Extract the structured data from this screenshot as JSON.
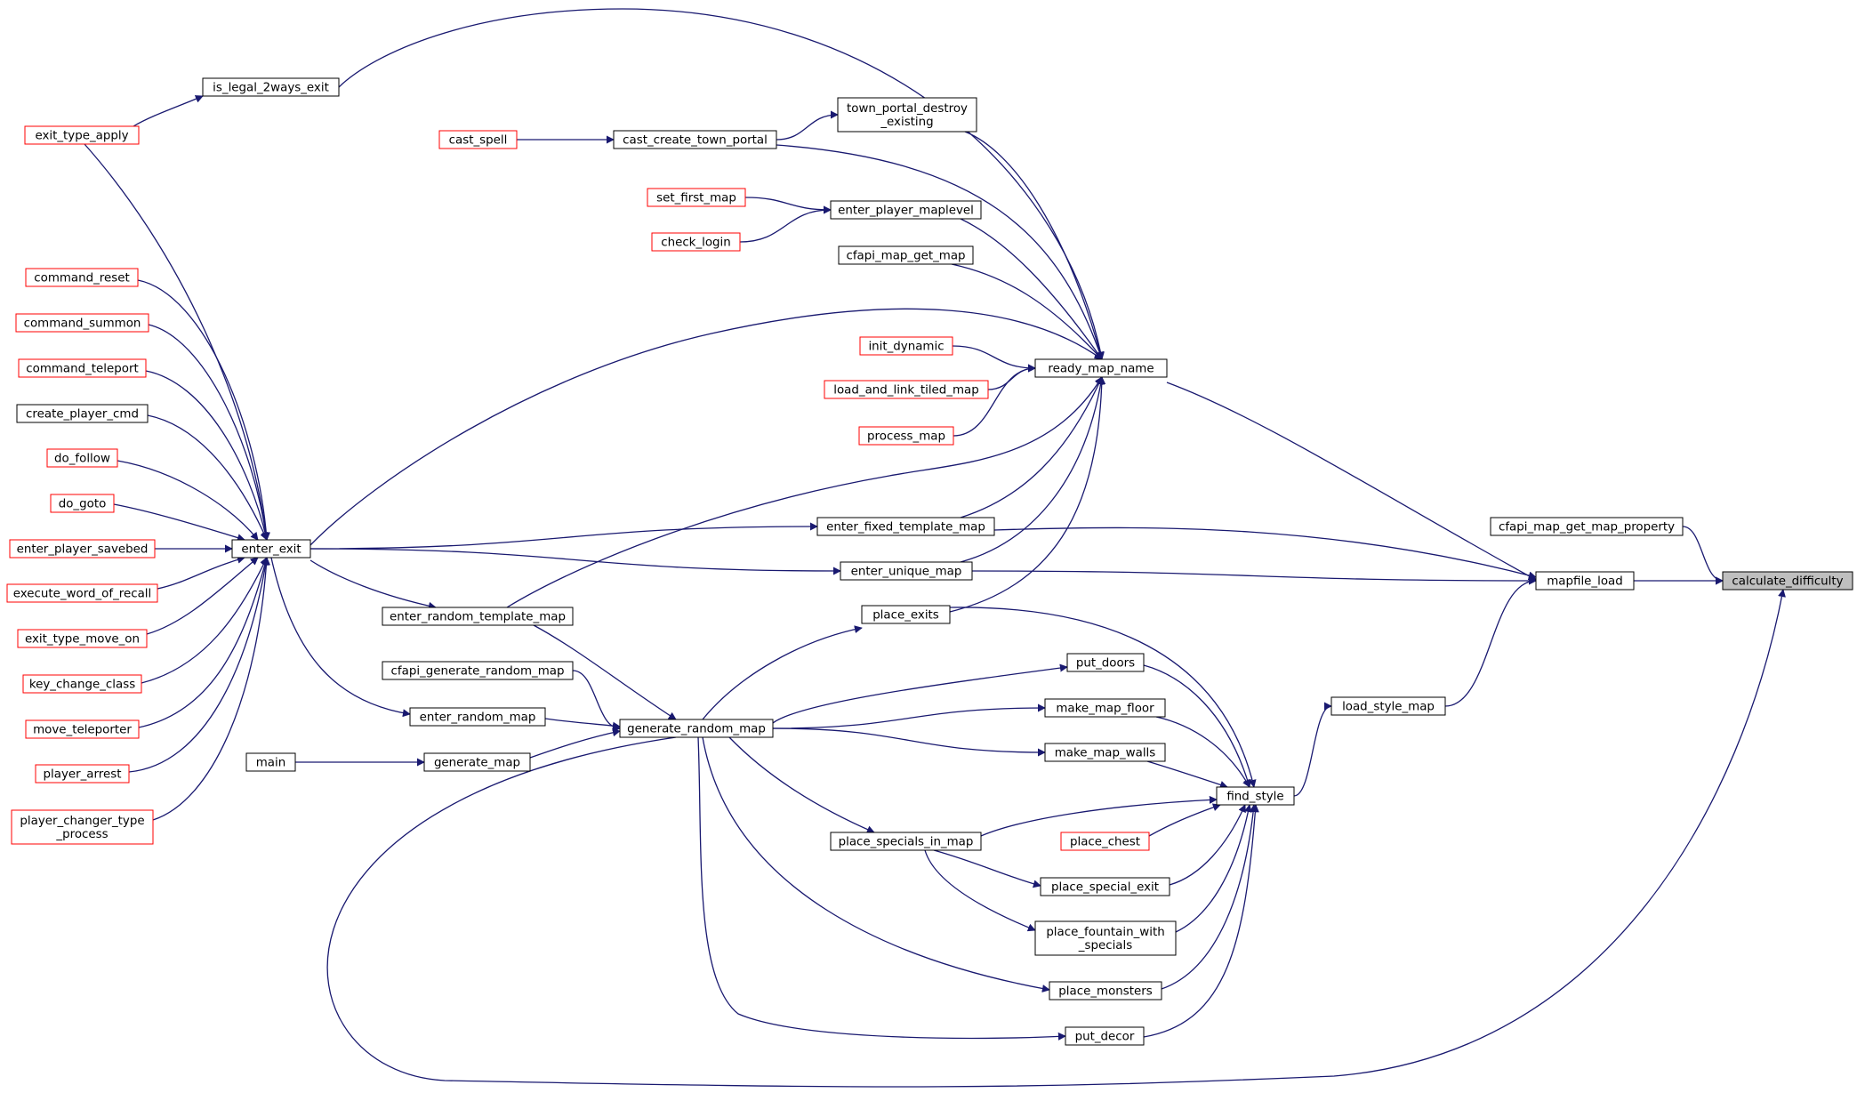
{
  "colors": {
    "edge": "#191970",
    "node_border": "#000000",
    "node_border_truncated": "#ff0000",
    "focus_fill": "#bfbfbf"
  },
  "nodes": [
    {
      "id": "calculate_difficulty",
      "label": [
        "calculate_difficulty"
      ],
      "style": "focus"
    },
    {
      "id": "cfapi_map_get_map_property",
      "label": [
        "cfapi_map_get_map_property"
      ],
      "style": "black"
    },
    {
      "id": "mapfile_load",
      "label": [
        "mapfile_load"
      ],
      "style": "black"
    },
    {
      "id": "load_style_map",
      "label": [
        "load_style_map"
      ],
      "style": "black"
    },
    {
      "id": "ready_map_name",
      "label": [
        "ready_map_name"
      ],
      "style": "black"
    },
    {
      "id": "find_style",
      "label": [
        "find_style"
      ],
      "style": "black"
    },
    {
      "id": "enter_fixed_template_map",
      "label": [
        "enter_fixed_template_map"
      ],
      "style": "black"
    },
    {
      "id": "enter_unique_map",
      "label": [
        "enter_unique_map"
      ],
      "style": "black"
    },
    {
      "id": "place_exits",
      "label": [
        "place_exits"
      ],
      "style": "black"
    },
    {
      "id": "put_doors",
      "label": [
        "put_doors"
      ],
      "style": "black"
    },
    {
      "id": "make_map_floor",
      "label": [
        "make_map_floor"
      ],
      "style": "black"
    },
    {
      "id": "make_map_walls",
      "label": [
        "make_map_walls"
      ],
      "style": "black"
    },
    {
      "id": "place_chest",
      "label": [
        "place_chest"
      ],
      "style": "red"
    },
    {
      "id": "place_specials_in_map",
      "label": [
        "place_specials_in_map"
      ],
      "style": "black"
    },
    {
      "id": "place_special_exit",
      "label": [
        "place_special_exit"
      ],
      "style": "black"
    },
    {
      "id": "place_fountain_with_specials",
      "label": [
        "place_fountain_with",
        "_specials"
      ],
      "style": "black"
    },
    {
      "id": "place_monsters",
      "label": [
        "place_monsters"
      ],
      "style": "black"
    },
    {
      "id": "put_decor",
      "label": [
        "put_decor"
      ],
      "style": "black"
    },
    {
      "id": "generate_random_map",
      "label": [
        "generate_random_map"
      ],
      "style": "black"
    },
    {
      "id": "enter_random_template_map",
      "label": [
        "enter_random_template_map"
      ],
      "style": "black"
    },
    {
      "id": "cfapi_generate_random_map",
      "label": [
        "cfapi_generate_random_map"
      ],
      "style": "black"
    },
    {
      "id": "enter_random_map",
      "label": [
        "enter_random_map"
      ],
      "style": "black"
    },
    {
      "id": "generate_map",
      "label": [
        "generate_map"
      ],
      "style": "black"
    },
    {
      "id": "main",
      "label": [
        "main"
      ],
      "style": "black"
    },
    {
      "id": "enter_exit",
      "label": [
        "enter_exit"
      ],
      "style": "black"
    },
    {
      "id": "is_legal_2ways_exit",
      "label": [
        "is_legal_2ways_exit"
      ],
      "style": "black"
    },
    {
      "id": "exit_type_apply",
      "label": [
        "exit_type_apply"
      ],
      "style": "red"
    },
    {
      "id": "town_portal_destroy_existing",
      "label": [
        "town_portal_destroy",
        "_existing"
      ],
      "style": "black"
    },
    {
      "id": "cast_create_town_portal",
      "label": [
        "cast_create_town_portal"
      ],
      "style": "black"
    },
    {
      "id": "cast_spell",
      "label": [
        "cast_spell"
      ],
      "style": "red"
    },
    {
      "id": "enter_player_maplevel",
      "label": [
        "enter_player_maplevel"
      ],
      "style": "black"
    },
    {
      "id": "set_first_map",
      "label": [
        "set_first_map"
      ],
      "style": "red"
    },
    {
      "id": "check_login",
      "label": [
        "check_login"
      ],
      "style": "red"
    },
    {
      "id": "cfapi_map_get_map",
      "label": [
        "cfapi_map_get_map"
      ],
      "style": "black"
    },
    {
      "id": "init_dynamic",
      "label": [
        "init_dynamic"
      ],
      "style": "red"
    },
    {
      "id": "load_and_link_tiled_map",
      "label": [
        "load_and_link_tiled_map"
      ],
      "style": "red"
    },
    {
      "id": "process_map",
      "label": [
        "process_map"
      ],
      "style": "red"
    },
    {
      "id": "command_reset",
      "label": [
        "command_reset"
      ],
      "style": "red"
    },
    {
      "id": "command_summon",
      "label": [
        "command_summon"
      ],
      "style": "red"
    },
    {
      "id": "command_teleport",
      "label": [
        "command_teleport"
      ],
      "style": "red"
    },
    {
      "id": "create_player_cmd",
      "label": [
        "create_player_cmd"
      ],
      "style": "black"
    },
    {
      "id": "do_follow",
      "label": [
        "do_follow"
      ],
      "style": "red"
    },
    {
      "id": "do_goto",
      "label": [
        "do_goto"
      ],
      "style": "red"
    },
    {
      "id": "enter_player_savebed",
      "label": [
        "enter_player_savebed"
      ],
      "style": "red"
    },
    {
      "id": "execute_word_of_recall",
      "label": [
        "execute_word_of_recall"
      ],
      "style": "red"
    },
    {
      "id": "exit_type_move_on",
      "label": [
        "exit_type_move_on"
      ],
      "style": "red"
    },
    {
      "id": "key_change_class",
      "label": [
        "key_change_class"
      ],
      "style": "red"
    },
    {
      "id": "move_teleporter",
      "label": [
        "move_teleporter"
      ],
      "style": "red"
    },
    {
      "id": "player_arrest",
      "label": [
        "player_arrest"
      ],
      "style": "red"
    },
    {
      "id": "player_changer_type_process",
      "label": [
        "player_changer_type",
        "_process"
      ],
      "style": "red"
    }
  ],
  "edges": [
    {
      "from": "calculate_difficulty",
      "to": "cfapi_map_get_map_property"
    },
    {
      "from": "calculate_difficulty",
      "to": "mapfile_load"
    },
    {
      "from": "calculate_difficulty",
      "to": "generate_random_map"
    },
    {
      "from": "mapfile_load",
      "to": "ready_map_name"
    },
    {
      "from": "mapfile_load",
      "to": "enter_fixed_template_map"
    },
    {
      "from": "mapfile_load",
      "to": "enter_unique_map"
    },
    {
      "from": "mapfile_load",
      "to": "load_style_map"
    },
    {
      "from": "load_style_map",
      "to": "find_style"
    },
    {
      "from": "find_style",
      "to": "place_exits"
    },
    {
      "from": "find_style",
      "to": "put_doors"
    },
    {
      "from": "find_style",
      "to": "make_map_floor"
    },
    {
      "from": "find_style",
      "to": "make_map_walls"
    },
    {
      "from": "find_style",
      "to": "place_specials_in_map"
    },
    {
      "from": "find_style",
      "to": "place_chest"
    },
    {
      "from": "find_style",
      "to": "place_special_exit"
    },
    {
      "from": "find_style",
      "to": "place_fountain_with_specials"
    },
    {
      "from": "find_style",
      "to": "place_monsters"
    },
    {
      "from": "find_style",
      "to": "put_decor"
    },
    {
      "from": "ready_map_name",
      "to": "is_legal_2ways_exit"
    },
    {
      "from": "ready_map_name",
      "to": "town_portal_destroy_existing"
    },
    {
      "from": "ready_map_name",
      "to": "cast_create_town_portal"
    },
    {
      "from": "ready_map_name",
      "to": "enter_player_maplevel"
    },
    {
      "from": "ready_map_name",
      "to": "cfapi_map_get_map"
    },
    {
      "from": "ready_map_name",
      "to": "init_dynamic"
    },
    {
      "from": "ready_map_name",
      "to": "load_and_link_tiled_map"
    },
    {
      "from": "ready_map_name",
      "to": "process_map"
    },
    {
      "from": "ready_map_name",
      "to": "enter_exit"
    },
    {
      "from": "ready_map_name",
      "to": "enter_fixed_template_map"
    },
    {
      "from": "ready_map_name",
      "to": "enter_random_template_map"
    },
    {
      "from": "ready_map_name",
      "to": "enter_unique_map"
    },
    {
      "from": "ready_map_name",
      "to": "place_exits"
    },
    {
      "from": "place_exits",
      "to": "generate_random_map"
    },
    {
      "from": "put_doors",
      "to": "generate_random_map"
    },
    {
      "from": "make_map_floor",
      "to": "generate_random_map"
    },
    {
      "from": "make_map_walls",
      "to": "generate_random_map"
    },
    {
      "from": "place_specials_in_map",
      "to": "generate_random_map"
    },
    {
      "from": "place_special_exit",
      "to": "place_specials_in_map"
    },
    {
      "from": "place_fountain_with_specials",
      "to": "place_specials_in_map"
    },
    {
      "from": "place_monsters",
      "to": "generate_random_map"
    },
    {
      "from": "put_decor",
      "to": "generate_random_map"
    },
    {
      "from": "generate_random_map",
      "to": "enter_random_template_map"
    },
    {
      "from": "generate_random_map",
      "to": "cfapi_generate_random_map"
    },
    {
      "from": "generate_random_map",
      "to": "enter_random_map"
    },
    {
      "from": "generate_random_map",
      "to": "generate_map"
    },
    {
      "from": "generate_map",
      "to": "main"
    },
    {
      "from": "enter_fixed_template_map",
      "to": "enter_exit"
    },
    {
      "from": "enter_unique_map",
      "to": "enter_exit"
    },
    {
      "from": "enter_random_template_map",
      "to": "enter_exit"
    },
    {
      "from": "enter_random_map",
      "to": "enter_exit"
    },
    {
      "from": "is_legal_2ways_exit",
      "to": "exit_type_apply"
    },
    {
      "from": "town_portal_destroy_existing",
      "to": "cast_create_town_portal"
    },
    {
      "from": "cast_create_town_portal",
      "to": "cast_spell"
    },
    {
      "from": "enter_player_maplevel",
      "to": "set_first_map"
    },
    {
      "from": "enter_player_maplevel",
      "to": "check_login"
    },
    {
      "from": "enter_exit",
      "to": "exit_type_apply"
    },
    {
      "from": "enter_exit",
      "to": "command_reset"
    },
    {
      "from": "enter_exit",
      "to": "command_summon"
    },
    {
      "from": "enter_exit",
      "to": "command_teleport"
    },
    {
      "from": "enter_exit",
      "to": "create_player_cmd"
    },
    {
      "from": "enter_exit",
      "to": "do_follow"
    },
    {
      "from": "enter_exit",
      "to": "do_goto"
    },
    {
      "from": "enter_exit",
      "to": "enter_player_savebed"
    },
    {
      "from": "enter_exit",
      "to": "execute_word_of_recall"
    },
    {
      "from": "enter_exit",
      "to": "exit_type_move_on"
    },
    {
      "from": "enter_exit",
      "to": "key_change_class"
    },
    {
      "from": "enter_exit",
      "to": "move_teleporter"
    },
    {
      "from": "enter_exit",
      "to": "player_arrest"
    },
    {
      "from": "enter_exit",
      "to": "player_changer_type_process"
    }
  ]
}
